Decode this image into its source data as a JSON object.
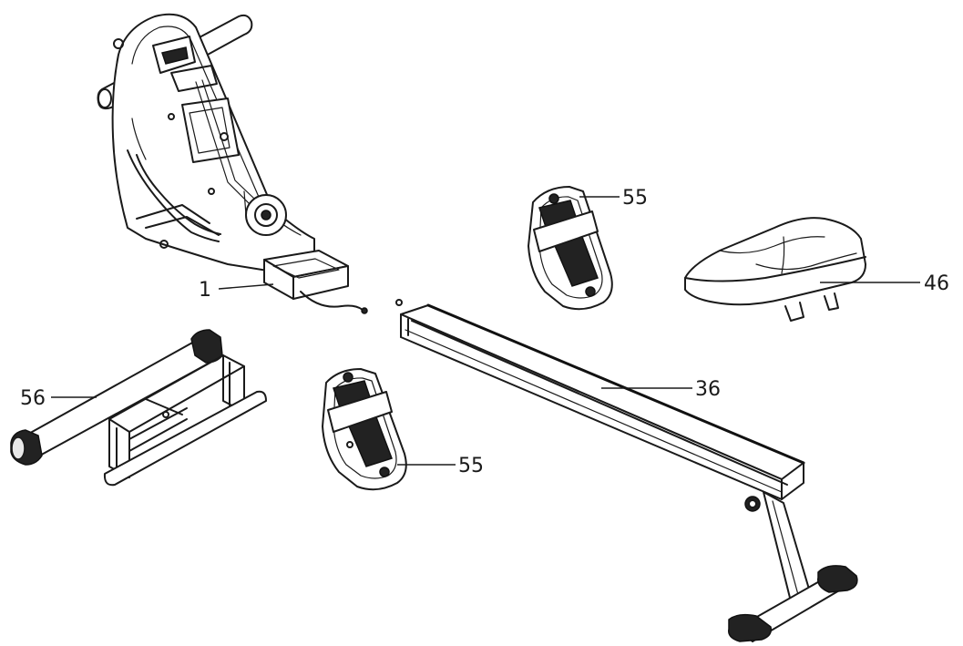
{
  "callouts": {
    "rower_body": "1",
    "foot_pedal_upper": "55",
    "seat": "46",
    "rail": "36",
    "stabilizer": "56",
    "foot_pedal_lower": "55"
  }
}
